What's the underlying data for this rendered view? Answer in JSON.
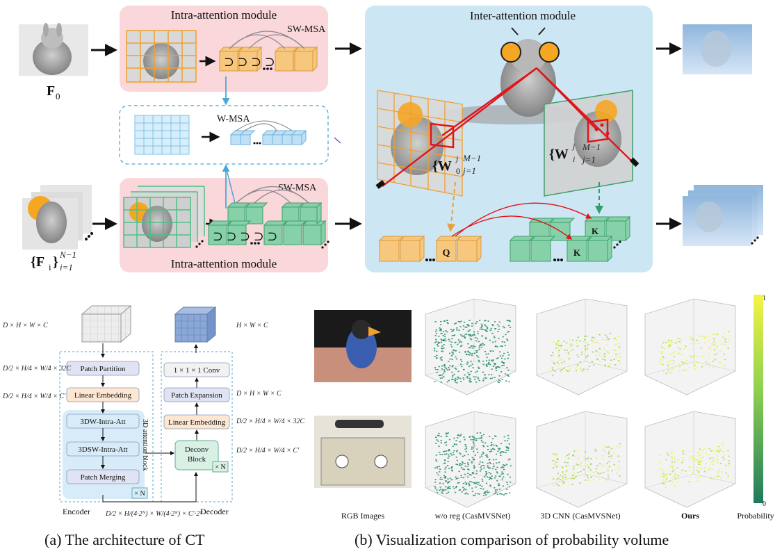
{
  "top": {
    "intra_title_top": "Intra-attention module",
    "intra_title_bottom": "Intra-attention module",
    "inter_title": "Inter-attention module",
    "sw_msa_top": "SW-MSA",
    "sw_msa_bottom": "SW-MSA",
    "w_msa": "W-MSA",
    "ref_feature": "F",
    "ref_sub": "0",
    "src_feature": "{F",
    "src_sub": "i",
    "src_close": "}",
    "src_sup": "N−1",
    "src_low": "i=1",
    "win_ref": "{W",
    "win_ref_sup": "j",
    "win_ref_sub": "0",
    "win_ref_range_sup": "M−1",
    "win_ref_range_sub": "j=1",
    "win_src": "{W",
    "win_src_sup": "j",
    "win_src_sub": "i",
    "win_src_range_sup": "M−1",
    "win_src_range_sub": "j=1",
    "q_label": "Q",
    "k_label_1": "K",
    "k_label_2": "K"
  },
  "arch": {
    "dims_in": "D × H × W × C",
    "dims_embed": "D/2 × H/4 × W/4 × 32C",
    "dims_embed_2": "D/2 × H/4 × W/4 × C′",
    "dims_out": "H × W × C",
    "dims_dec_1": "D × H × W × C",
    "dims_dec_2": "D/2 × H/4 × W/4 × 32C",
    "dims_dec_3": "D/2 × H/4 × W/4 × C′",
    "dims_bottom": "D/2 × H/(4·2ᴺ) × W/(4·2ᴺ) × C′·2ᴺ",
    "enc_blocks": [
      "Patch Partition",
      "Linear Embedding",
      "3DW-Intra-Att",
      "3DSW-Intra-Att",
      "Patch Merging"
    ],
    "dec_blocks": [
      "1 × 1 × 1 Conv",
      "Patch Expansion",
      "Linear Embedding"
    ],
    "deconv_1": "Deconv",
    "deconv_2": "Block",
    "times_n_enc": "× N",
    "times_n_dec": "× N",
    "att_block_label": "3D attention block",
    "encoder": "Encoder",
    "decoder": "Decoder"
  },
  "vis": {
    "col_labels": [
      "RGB Images",
      "w/o reg (CasMVSNet)",
      "3D CNN (CasMVSNet)",
      "Ours",
      "Probability"
    ],
    "colorbar_max": "1",
    "colorbar_min": "0"
  },
  "captions": {
    "a": "(a) The architecture of CT",
    "b": "(b) Visualization comparison of  probability volume"
  },
  "colors": {
    "intra_bg": "#f9d7da",
    "inter_bg": "#cde6f3",
    "orange_cube": "#f7c77d",
    "green_cube": "#86d1a8",
    "blue_cube": "#bfe0f5",
    "ray_red": "#e0141a",
    "colorbar_top": "#f4f542",
    "colorbar_bottom": "#1f7a5c"
  }
}
